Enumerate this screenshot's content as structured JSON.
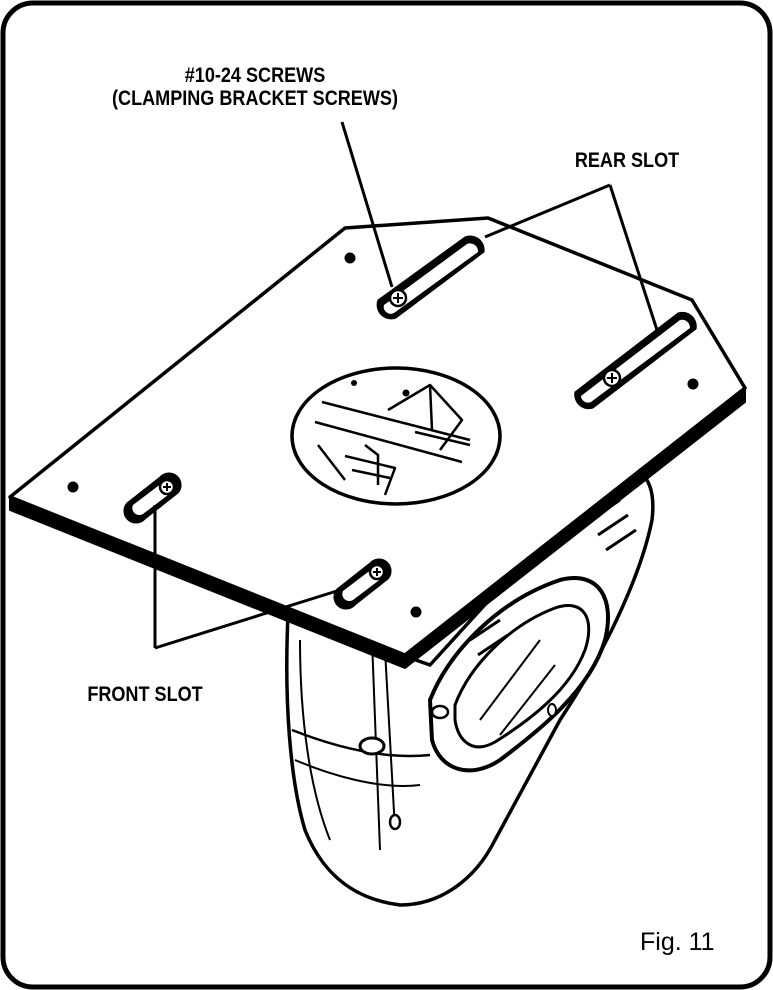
{
  "labels": {
    "screws_line1": "#10-24 SCREWS",
    "screws_line2": "(CLAMPING BRACKET SCREWS)",
    "rear_slot": "REAR SLOT",
    "front_slot": "FRONT SLOT",
    "figure": "Fig. 11"
  },
  "icons": [
    "screw-icon"
  ],
  "colors": {
    "ink": "#000000",
    "paper": "#ffffff"
  }
}
